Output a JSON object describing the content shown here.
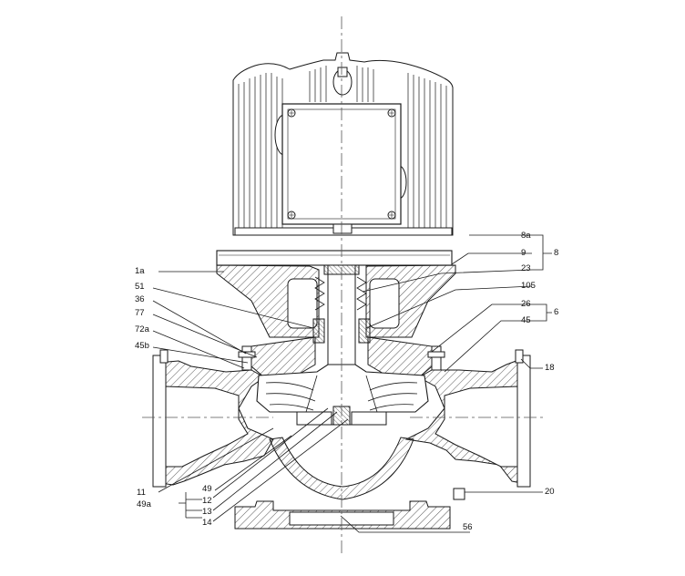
{
  "diagram": {
    "type": "pump-sectional-drawing",
    "line_color": "#1a1a1a",
    "hatch_color": "#2a2a2a",
    "background": "#ffffff",
    "labels_left": [
      {
        "id": "1a",
        "text": "1a"
      },
      {
        "id": "51",
        "text": "51"
      },
      {
        "id": "36",
        "text": "36"
      },
      {
        "id": "77",
        "text": "77"
      },
      {
        "id": "72a",
        "text": "72a"
      },
      {
        "id": "45b",
        "text": "45b"
      },
      {
        "id": "11",
        "text": "11"
      },
      {
        "id": "49",
        "text": "49"
      },
      {
        "id": "12",
        "text": "12"
      },
      {
        "id": "49a",
        "text": "49a"
      },
      {
        "id": "13",
        "text": "13"
      },
      {
        "id": "14",
        "text": "14"
      }
    ],
    "labels_right": [
      {
        "id": "8a",
        "text": "8a"
      },
      {
        "id": "9",
        "text": "9"
      },
      {
        "id": "8",
        "text": "8"
      },
      {
        "id": "23",
        "text": "23"
      },
      {
        "id": "105",
        "text": "105"
      },
      {
        "id": "26",
        "text": "26"
      },
      {
        "id": "6",
        "text": "6"
      },
      {
        "id": "45",
        "text": "45"
      },
      {
        "id": "18",
        "text": "18"
      },
      {
        "id": "20",
        "text": "20"
      },
      {
        "id": "56",
        "text": "56"
      }
    ]
  }
}
